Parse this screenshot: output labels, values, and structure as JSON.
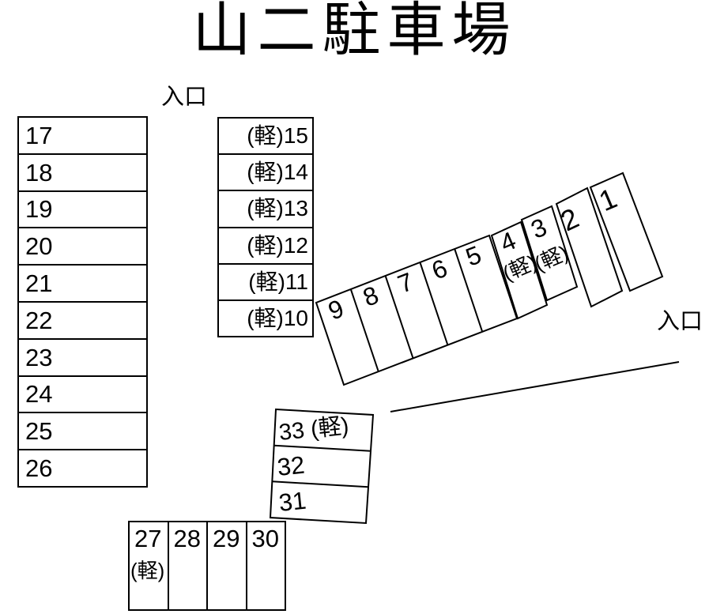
{
  "colors": {
    "ink": "#000000",
    "background": "#ffffff"
  },
  "title": "山二駐車場",
  "entrance_top": "入口",
  "entrance_right": "入口",
  "left_column": {
    "spaces": [
      "17",
      "18",
      "19",
      "20",
      "21",
      "22",
      "23",
      "24",
      "25",
      "26"
    ]
  },
  "kei_column": {
    "spaces": [
      "(軽)15",
      "(軽)14",
      "(軽)13",
      "(軽)12",
      "(軽)11",
      "(軽)10"
    ]
  },
  "diagonal_row": {
    "strip_spaces": [
      "9",
      "8",
      "7",
      "6",
      "5"
    ],
    "space_4": {
      "number": "4",
      "kei": "(軽)"
    },
    "space_3": {
      "number": "3",
      "kei": "(軽)"
    },
    "space_2": "2",
    "space_1": "1"
  },
  "angled_block": {
    "spaces": [
      "33 (軽)",
      "32",
      "31"
    ]
  },
  "bottom_row": {
    "space_27": {
      "number": "27",
      "kei": "(軽)"
    },
    "space_28": "28",
    "space_29": "29",
    "space_30": "30"
  }
}
